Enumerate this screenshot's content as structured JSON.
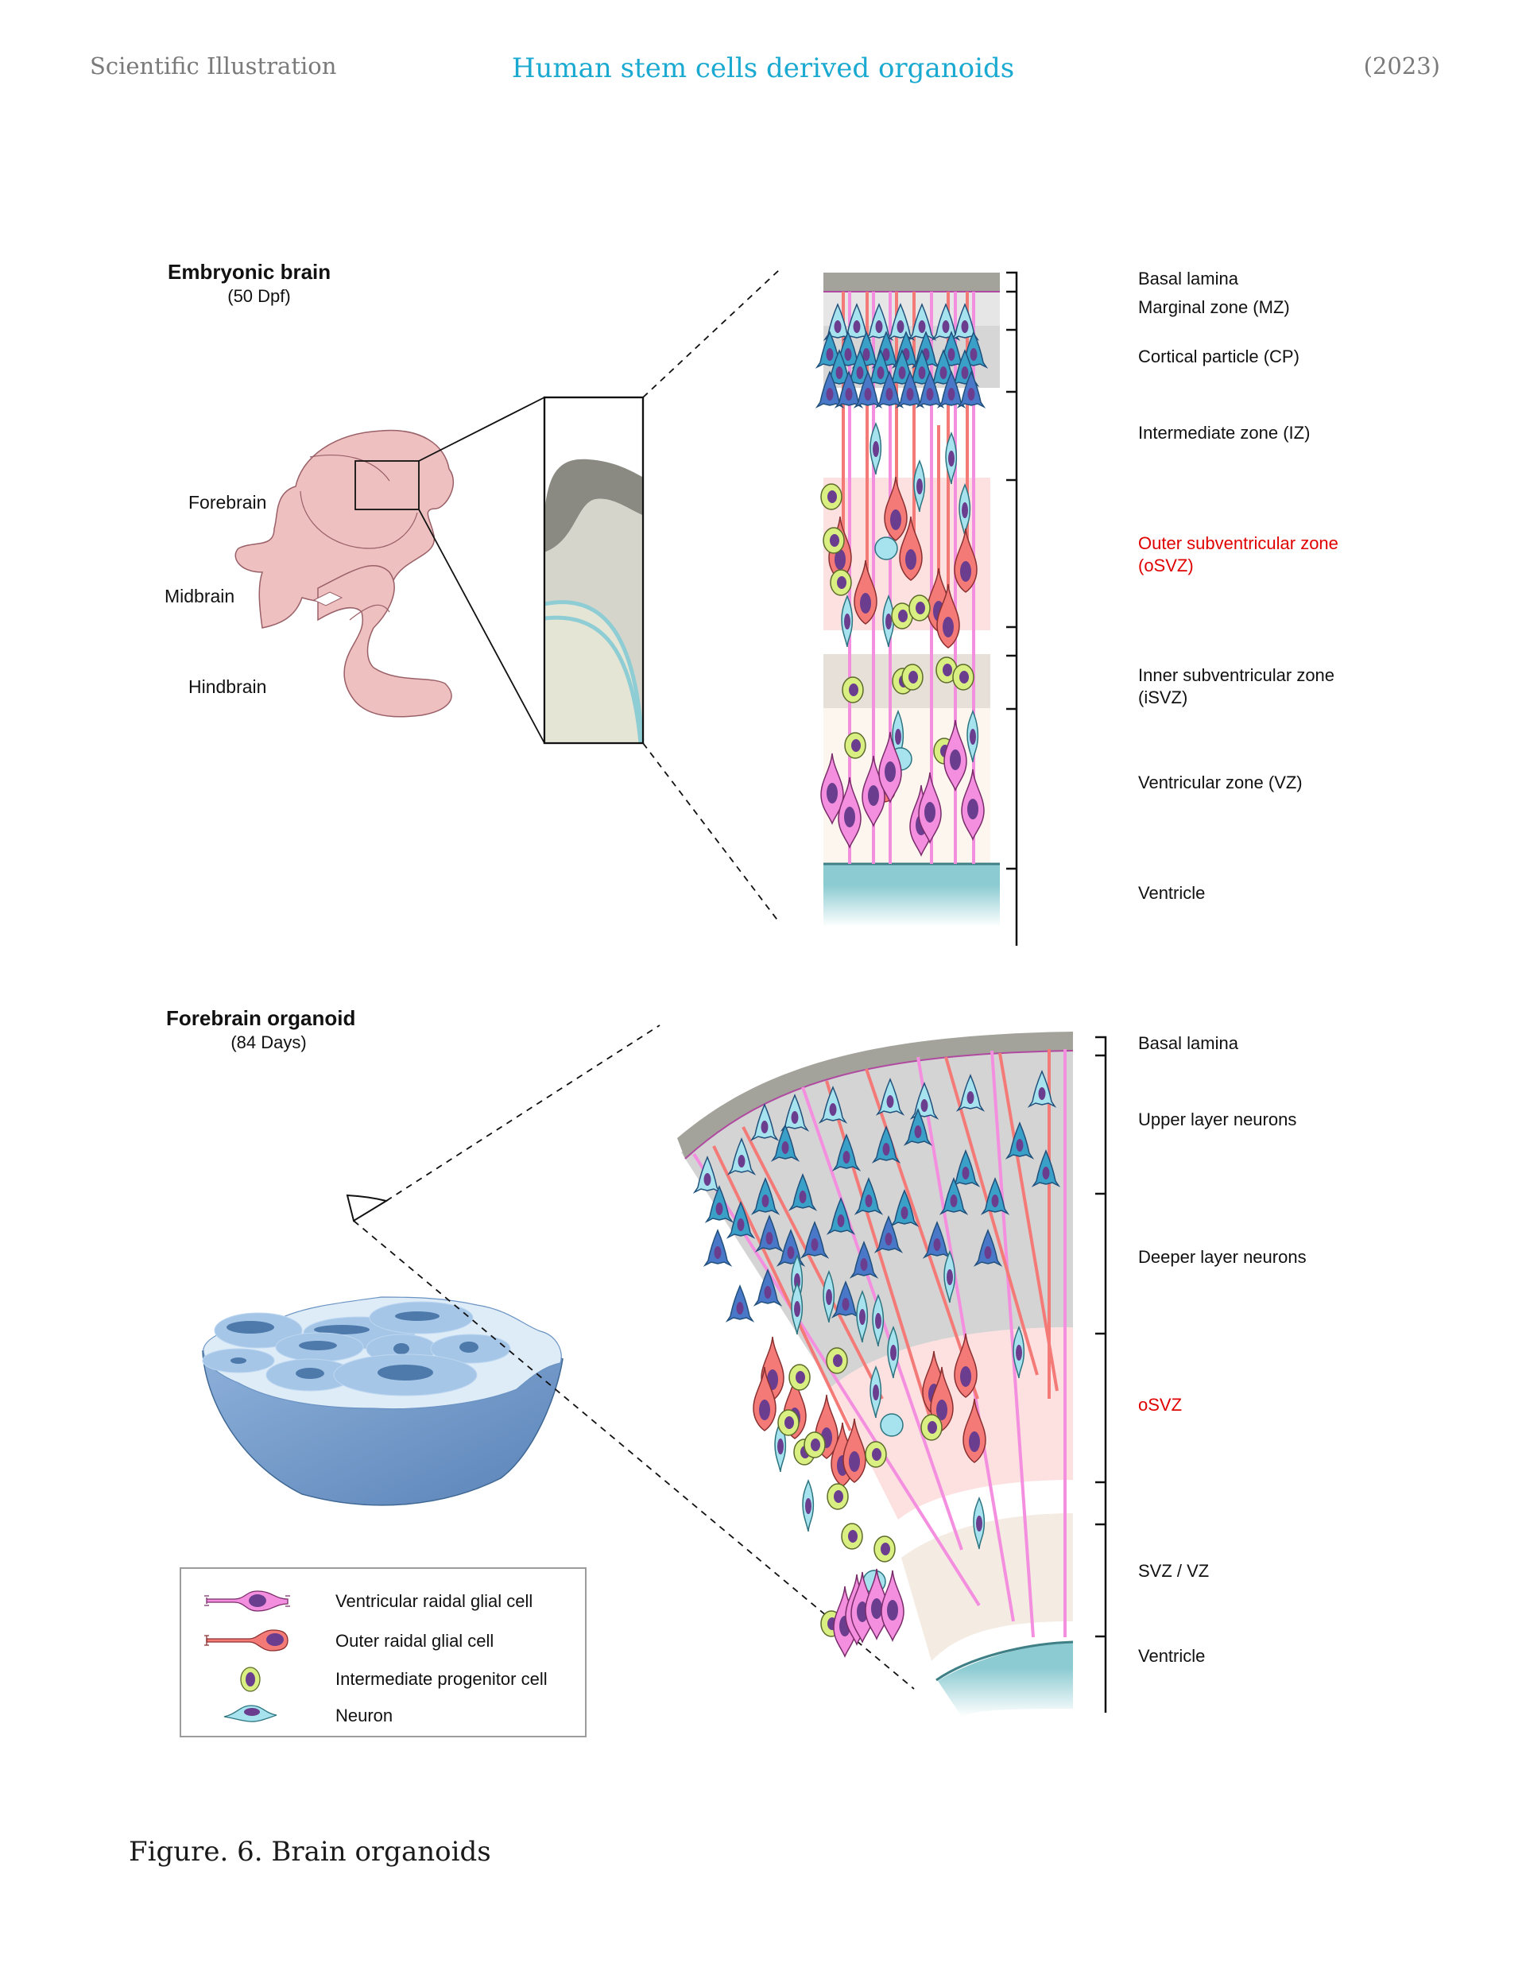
{
  "header": {
    "left": "Scientific  Illustration",
    "center": "Human stem cells derived organoids",
    "right": "(2023)"
  },
  "embryonic": {
    "title": "Embryonic brain",
    "subtitle": "(50 Dpf)",
    "regions": [
      "Forebrain",
      "Midbrain",
      "Hindbrain"
    ],
    "zones": [
      {
        "label": "Basal lamina",
        "highlight": false
      },
      {
        "label": "Marginal zone (MZ)",
        "highlight": false
      },
      {
        "label": "Cortical particle (CP)",
        "highlight": false
      },
      {
        "label": "Intermediate zone (IZ)",
        "highlight": false
      },
      {
        "label": "Outer subventricular zone\n(oSVZ)",
        "line1": "Outer subventricular zone",
        "line2": "(oSVZ)",
        "highlight": true
      },
      {
        "label": "Inner subventricular zone\n(iSVZ)",
        "line1": "Inner subventricular zone",
        "line2": "(iSVZ)",
        "highlight": false
      },
      {
        "label": "Ventricular zone (VZ)",
        "highlight": false
      },
      {
        "label": "Ventricle",
        "highlight": false
      }
    ]
  },
  "organoid": {
    "title": "Forebrain organoid",
    "subtitle": "(84 Days)",
    "zones": [
      {
        "label": "Basal lamina",
        "highlight": false
      },
      {
        "label": "Upper layer neurons",
        "highlight": false
      },
      {
        "label": "Deeper layer neurons",
        "highlight": false
      },
      {
        "label": "oSVZ",
        "highlight": true
      },
      {
        "label": "SVZ / VZ",
        "highlight": false
      },
      {
        "label": "Ventricle",
        "highlight": false
      }
    ]
  },
  "legend": {
    "items": [
      {
        "label": "Ventricular raidal glial cell",
        "icon": "ventricular-radial-glial-cell-icon"
      },
      {
        "label": "Outer raidal glial cell",
        "icon": "outer-radial-glial-cell-icon"
      },
      {
        "label": "Intermediate progenitor cell",
        "icon": "intermediate-progenitor-cell-icon"
      },
      {
        "label": "Neuron",
        "icon": "neuron-icon"
      }
    ]
  },
  "colors": {
    "accent_title": "#1aa9d1",
    "highlight_zone": "#e00000",
    "brain_pink": "#eec0c0",
    "vrg_pink": "#f48fe0",
    "org_red": "#f47a78",
    "ipc_green": "#d9ef82",
    "neuron_blue": "#a6e3ee",
    "nucleus_purple": "#6a3d8f",
    "organoid_blue": "#6a93c4"
  },
  "caption": "Figure. 6. Brain organoids"
}
